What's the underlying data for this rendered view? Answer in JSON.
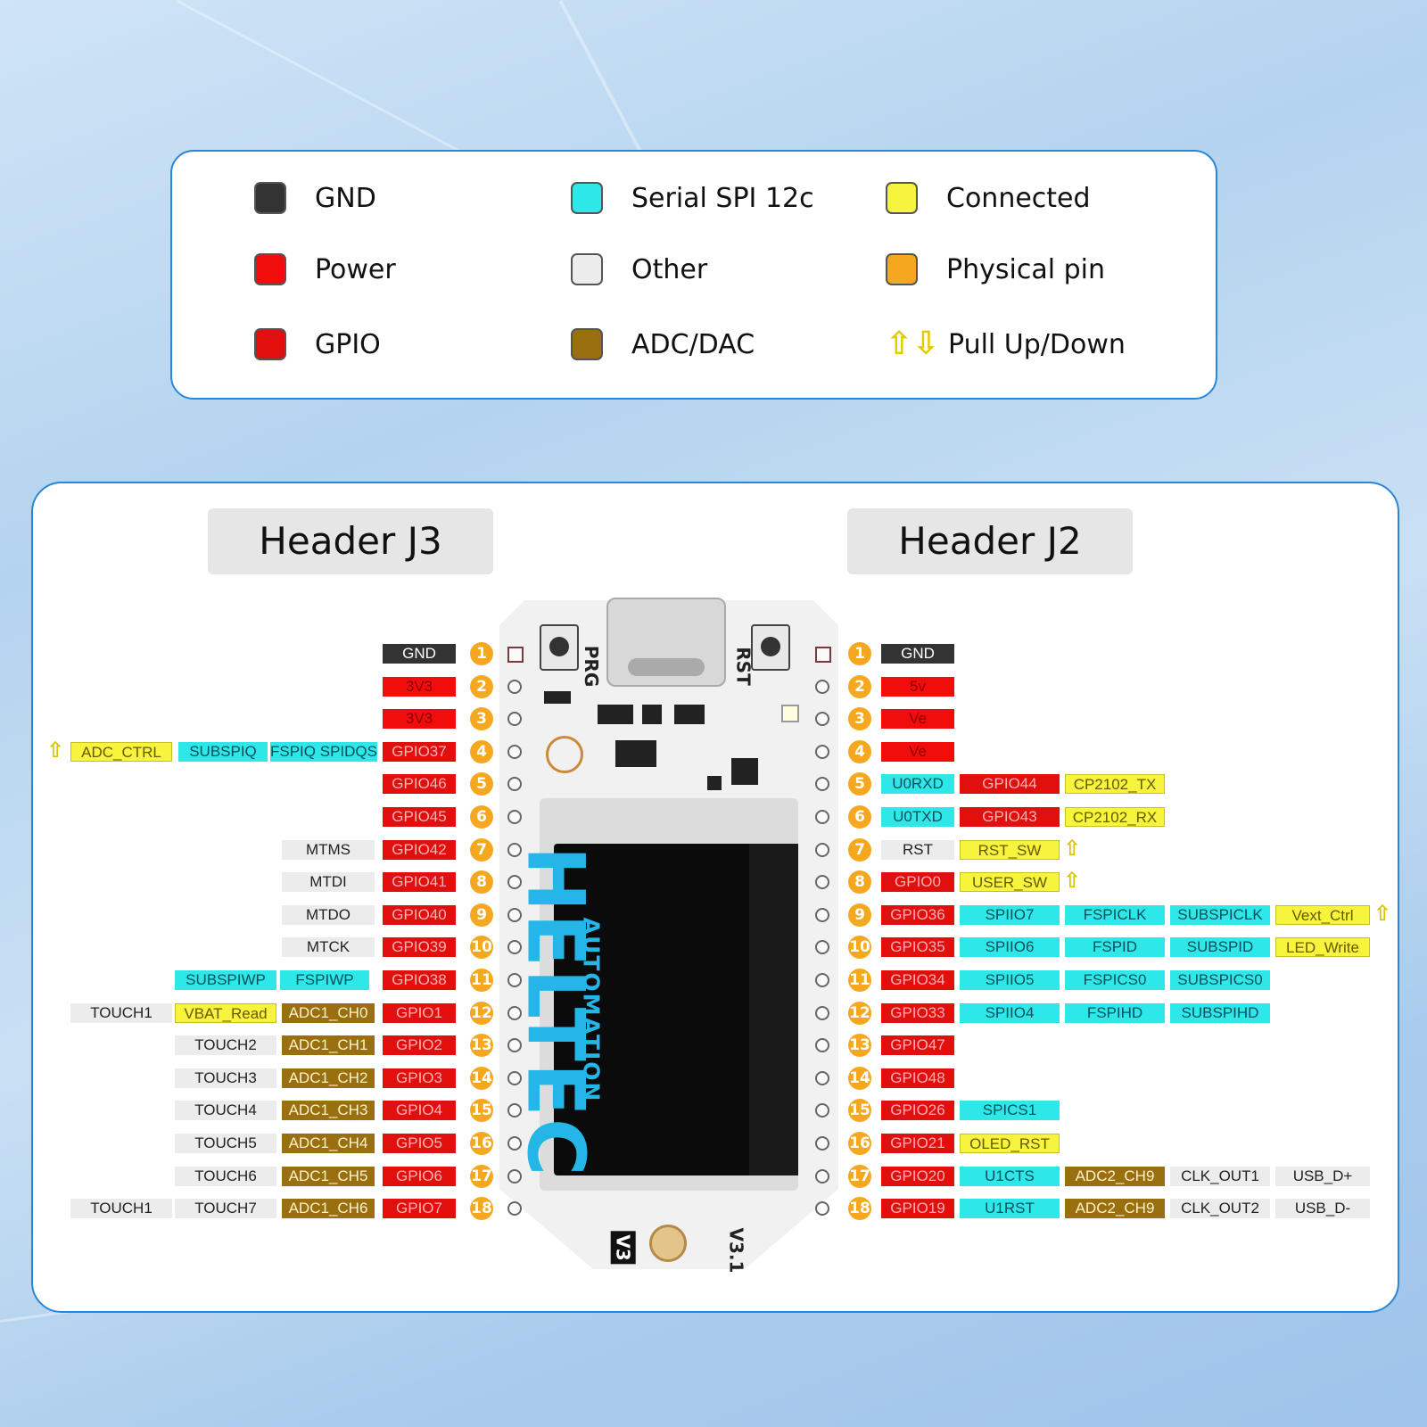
{
  "legend": [
    {
      "label": "GND",
      "color": "#333333",
      "col": 0,
      "row": 0
    },
    {
      "label": "Power",
      "color": "#f20d0d",
      "col": 0,
      "row": 1
    },
    {
      "label": "GPIO",
      "color": "#e20f0f",
      "col": 0,
      "row": 2
    },
    {
      "label": "Serial SPI 12c",
      "color": "#2ee7e9",
      "col": 1,
      "row": 0
    },
    {
      "label": "Other",
      "color": "#ececec",
      "col": 1,
      "row": 1
    },
    {
      "label": "ADC/DAC",
      "color": "#9a6f0f",
      "col": 1,
      "row": 2
    },
    {
      "label": "Connected",
      "color": "#f6f43c",
      "col": 2,
      "row": 0
    },
    {
      "label": "Physical pin",
      "color": "#f4a71f",
      "col": 2,
      "row": 1
    },
    {
      "label": "Pull Up/Down",
      "color": "",
      "col": 2,
      "row": 2
    }
  ],
  "headers": {
    "left": "Header J3",
    "right": "Header J2"
  },
  "board": {
    "logo": "HELTEC",
    "logo_sub": "AUTOMATION",
    "silk_prg": "PRG",
    "silk_rst": "RST",
    "silk_v3": "V3",
    "silk_ver": "V3.1"
  },
  "j3": [
    {
      "pin": "1",
      "tags": [
        {
          "t": "GND",
          "c": "gnd"
        }
      ]
    },
    {
      "pin": "2",
      "tags": [
        {
          "t": "3V3",
          "c": "pwr"
        }
      ]
    },
    {
      "pin": "3",
      "tags": [
        {
          "t": "3V3",
          "c": "pwr"
        }
      ]
    },
    {
      "pin": "4",
      "pull": "up",
      "tags": [
        {
          "t": "GPIO37",
          "c": "gpio"
        },
        {
          "t": "FSPIQ SPIDQS",
          "c": "cyan"
        },
        {
          "t": "SUBSPIQ",
          "c": "cyan"
        },
        {
          "t": "ADC_CTRL",
          "c": "yel"
        }
      ]
    },
    {
      "pin": "5",
      "tags": [
        {
          "t": "GPIO46",
          "c": "gpio"
        }
      ]
    },
    {
      "pin": "6",
      "tags": [
        {
          "t": "GPIO45",
          "c": "gpio"
        }
      ]
    },
    {
      "pin": "7",
      "tags": [
        {
          "t": "GPIO42",
          "c": "gpio"
        },
        {
          "t": "MTMS",
          "c": "oth"
        }
      ]
    },
    {
      "pin": "8",
      "tags": [
        {
          "t": "GPIO41",
          "c": "gpio"
        },
        {
          "t": "MTDI",
          "c": "oth"
        }
      ]
    },
    {
      "pin": "9",
      "tags": [
        {
          "t": "GPIO40",
          "c": "gpio"
        },
        {
          "t": "MTDO",
          "c": "oth"
        }
      ]
    },
    {
      "pin": "10",
      "tags": [
        {
          "t": "GPIO39",
          "c": "gpio"
        },
        {
          "t": "MTCK",
          "c": "oth"
        }
      ]
    },
    {
      "pin": "11",
      "tags": [
        {
          "t": "GPIO38",
          "c": "gpio"
        },
        {
          "t": "FSPIWP",
          "c": "cyan"
        },
        {
          "t": "SUBSPIWP",
          "c": "cyan"
        }
      ]
    },
    {
      "pin": "12",
      "tags": [
        {
          "t": "GPIO1",
          "c": "gpio"
        },
        {
          "t": "ADC1_CH0",
          "c": "adc"
        },
        {
          "t": "VBAT_Read",
          "c": "yel"
        },
        {
          "t": "TOUCH1",
          "c": "oth"
        }
      ]
    },
    {
      "pin": "13",
      "tags": [
        {
          "t": "GPIO2",
          "c": "gpio"
        },
        {
          "t": "ADC1_CH1",
          "c": "adc"
        },
        {
          "t": "TOUCH2",
          "c": "oth"
        }
      ]
    },
    {
      "pin": "14",
      "tags": [
        {
          "t": "GPIO3",
          "c": "gpio"
        },
        {
          "t": "ADC1_CH2",
          "c": "adc"
        },
        {
          "t": "TOUCH3",
          "c": "oth"
        }
      ]
    },
    {
      "pin": "15",
      "tags": [
        {
          "t": "GPIO4",
          "c": "gpio"
        },
        {
          "t": "ADC1_CH3",
          "c": "adc"
        },
        {
          "t": "TOUCH4",
          "c": "oth"
        }
      ]
    },
    {
      "pin": "16",
      "tags": [
        {
          "t": "GPIO5",
          "c": "gpio"
        },
        {
          "t": "ADC1_CH4",
          "c": "adc"
        },
        {
          "t": "TOUCH5",
          "c": "oth"
        }
      ]
    },
    {
      "pin": "17",
      "tags": [
        {
          "t": "GPIO6",
          "c": "gpio"
        },
        {
          "t": "ADC1_CH5",
          "c": "adc"
        },
        {
          "t": "TOUCH6",
          "c": "oth"
        }
      ]
    },
    {
      "pin": "18",
      "tags": [
        {
          "t": "GPIO7",
          "c": "gpio"
        },
        {
          "t": "ADC1_CH6",
          "c": "adc"
        },
        {
          "t": "TOUCH7",
          "c": "oth"
        },
        {
          "t": "TOUCH1",
          "c": "oth"
        }
      ]
    }
  ],
  "j2": [
    {
      "pin": "1",
      "tags": [
        {
          "t": "GND",
          "c": "gnd"
        }
      ]
    },
    {
      "pin": "2",
      "tags": [
        {
          "t": "5v",
          "c": "pwr"
        }
      ]
    },
    {
      "pin": "3",
      "tags": [
        {
          "t": "Ve",
          "c": "pwr"
        }
      ]
    },
    {
      "pin": "4",
      "tags": [
        {
          "t": "Ve",
          "c": "pwr"
        }
      ]
    },
    {
      "pin": "5",
      "tags": [
        {
          "t": "U0RXD",
          "c": "cyan"
        },
        {
          "t": "GPIO44",
          "c": "gpio"
        },
        {
          "t": "CP2102_TX",
          "c": "yel"
        }
      ]
    },
    {
      "pin": "6",
      "tags": [
        {
          "t": "U0TXD",
          "c": "cyan"
        },
        {
          "t": "GPIO43",
          "c": "gpio"
        },
        {
          "t": "CP2102_RX",
          "c": "yel"
        }
      ]
    },
    {
      "pin": "7",
      "pull": "up",
      "tags": [
        {
          "t": "RST",
          "c": "oth"
        },
        {
          "t": "RST_SW",
          "c": "yel"
        }
      ]
    },
    {
      "pin": "8",
      "pull": "up",
      "tags": [
        {
          "t": "GPIO0",
          "c": "gpio"
        },
        {
          "t": "USER_SW",
          "c": "yel"
        }
      ]
    },
    {
      "pin": "9",
      "pull": "up",
      "tags": [
        {
          "t": "GPIO36",
          "c": "gpio"
        },
        {
          "t": "SPIIO7",
          "c": "cyan"
        },
        {
          "t": "FSPICLK",
          "c": "cyan"
        },
        {
          "t": "SUBSPICLK",
          "c": "cyan"
        },
        {
          "t": "Vext_Ctrl",
          "c": "yel"
        }
      ]
    },
    {
      "pin": "10",
      "tags": [
        {
          "t": "GPIO35",
          "c": "gpio"
        },
        {
          "t": "SPIIO6",
          "c": "cyan"
        },
        {
          "t": "FSPID",
          "c": "cyan"
        },
        {
          "t": "SUBSPID",
          "c": "cyan"
        },
        {
          "t": "LED_Write",
          "c": "yel"
        }
      ]
    },
    {
      "pin": "11",
      "tags": [
        {
          "t": "GPIO34",
          "c": "gpio"
        },
        {
          "t": "SPIIO5",
          "c": "cyan"
        },
        {
          "t": "FSPICS0",
          "c": "cyan"
        },
        {
          "t": "SUBSPICS0",
          "c": "cyan"
        }
      ]
    },
    {
      "pin": "12",
      "tags": [
        {
          "t": "GPIO33",
          "c": "gpio"
        },
        {
          "t": "SPIIO4",
          "c": "cyan"
        },
        {
          "t": "FSPIHD",
          "c": "cyan"
        },
        {
          "t": "SUBSPIHD",
          "c": "cyan"
        }
      ]
    },
    {
      "pin": "13",
      "tags": [
        {
          "t": "GPIO47",
          "c": "gpio"
        }
      ]
    },
    {
      "pin": "14",
      "tags": [
        {
          "t": "GPIO48",
          "c": "gpio"
        }
      ]
    },
    {
      "pin": "15",
      "tags": [
        {
          "t": "GPIO26",
          "c": "gpio"
        },
        {
          "t": "SPICS1",
          "c": "cyan"
        }
      ]
    },
    {
      "pin": "16",
      "tags": [
        {
          "t": "GPIO21",
          "c": "gpio"
        },
        {
          "t": "OLED_RST",
          "c": "yel"
        }
      ]
    },
    {
      "pin": "17",
      "tags": [
        {
          "t": "GPIO20",
          "c": "gpio"
        },
        {
          "t": "U1CTS",
          "c": "cyan"
        },
        {
          "t": "ADC2_CH9",
          "c": "adc"
        },
        {
          "t": "CLK_OUT1",
          "c": "oth"
        },
        {
          "t": "USB_D+",
          "c": "oth"
        }
      ]
    },
    {
      "pin": "18",
      "tags": [
        {
          "t": "GPIO19",
          "c": "gpio"
        },
        {
          "t": "U1RST",
          "c": "cyan"
        },
        {
          "t": "ADC2_CH9",
          "c": "adc"
        },
        {
          "t": "CLK_OUT2",
          "c": "oth"
        },
        {
          "t": "USB_D-",
          "c": "oth"
        }
      ]
    }
  ]
}
